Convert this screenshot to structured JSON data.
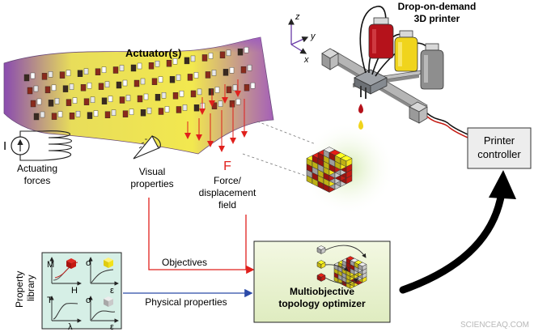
{
  "labels": {
    "actuators": "Actuator(s)",
    "printer_title_1": "Drop-on-demand",
    "printer_title_2": "3D printer",
    "printer_controller_1": "Printer",
    "printer_controller_2": "controller",
    "actuating_forces_1": "Actuating",
    "actuating_forces_2": "forces",
    "current_symbol": "I",
    "visual_properties_1": "Visual",
    "visual_properties_2": "properties",
    "force_symbol": "F",
    "force_field_1": "Force/",
    "force_field_2": "displacement",
    "force_field_3": "field",
    "objectives": "Objectives",
    "physical_properties": "Physical properties",
    "optimizer_1": "Multiobjective",
    "optimizer_2": "topology optimizer",
    "property_library_1": "Property",
    "property_library_2": "library",
    "watermark": "SCIENCEAQ.COM"
  },
  "axes_gizmo": {
    "z": "z",
    "y": "y",
    "x": "x"
  },
  "property_plots": [
    {
      "y_symbol": "M",
      "x_symbol": "H"
    },
    {
      "y_symbol": "σ",
      "x_symbol": "ε"
    },
    {
      "y_symbol": "T",
      "x_symbol": "λ"
    },
    {
      "y_symbol": "σ",
      "x_symbol": "ε"
    }
  ],
  "colors": {
    "objectives_arrow": "#e0201c",
    "physical_arrow": "#2b4aa8",
    "optimizer_bg": "#eef5d8",
    "library_bg": "#d6efe6",
    "cube_red": "#c41a12",
    "cube_yellow": "#f2e21a",
    "cube_grey": "#c9c9c9",
    "ink_red": "#b5121b",
    "ink_yellow": "#f0d41c",
    "ink_grey": "#8e8e8e"
  }
}
